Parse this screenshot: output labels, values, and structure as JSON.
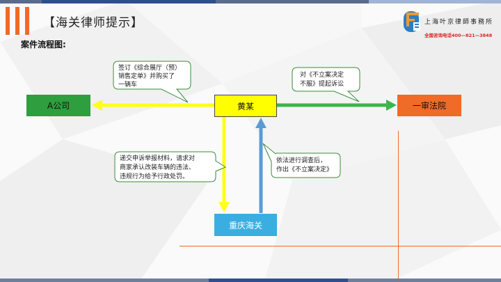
{
  "header": {
    "title": "【海关律师提示】",
    "subtitle": "案件流程图:"
  },
  "logo": {
    "icon": "law-firm-logo-icon",
    "name": "上海叶京律師事務所",
    "phone": "全国咨询电话400—821—3848"
  },
  "diagram": {
    "nodes": {
      "company_a": "A公司",
      "huang": "黄某",
      "court": "一审法院",
      "customs": "重庆海关"
    },
    "callouts": {
      "purchase": [
        "签订《综合展厅（预）",
        "销售定单》并购买了",
        "一辆车"
      ],
      "lawsuit": [
        "对《不立案决定",
        "不服》提起诉讼"
      ],
      "complaint": [
        "递交申诉举报材料，请求对",
        "商家承认改装车辆的违法、",
        "违规行为给予行政处罚。"
      ],
      "decision": [
        "依法进行调查后，",
        "作出《不立案决定》"
      ]
    }
  },
  "colors": {
    "accent_orange": "#f06a28",
    "node_green": "#2e9e3e",
    "node_yellow": "#ffff00",
    "node_blue": "#3aaee0",
    "arrow_yellow": "#ffff1a",
    "arrow_green": "#3db54a",
    "arrow_blue": "#5b9bd5",
    "callout_border": "#3a8a3a"
  }
}
